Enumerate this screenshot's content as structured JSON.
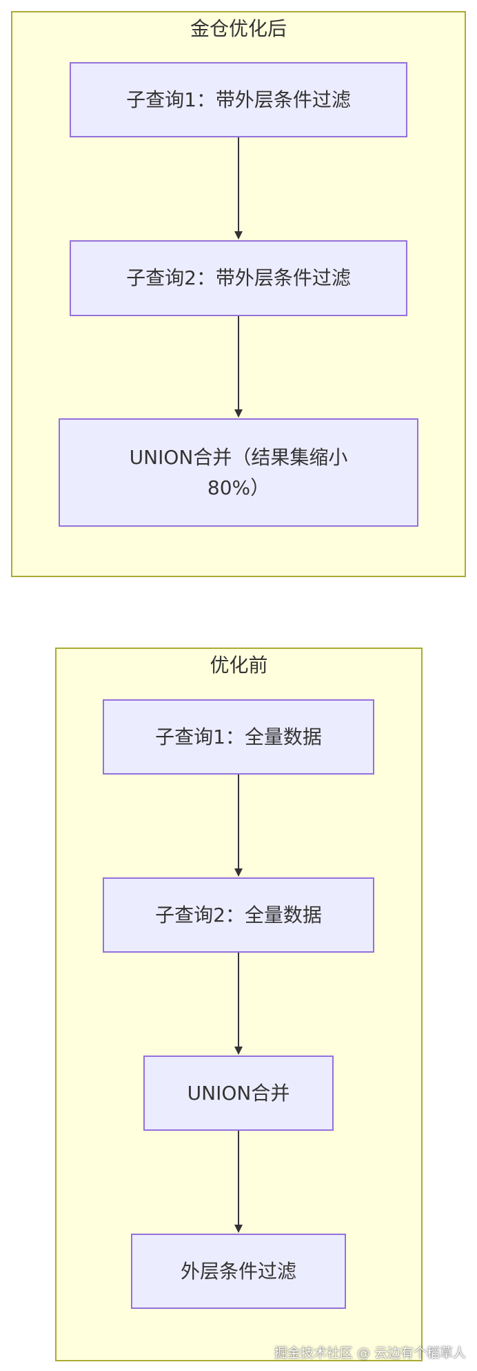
{
  "diagrams": {
    "after": {
      "title": "金仓优化后",
      "nodes": [
        {
          "text": "子查询1：带外层条件过滤"
        },
        {
          "text": "子查询2：带外层条件过滤"
        },
        {
          "line1": "UNION合并（结果集缩小",
          "line2": "80%）"
        }
      ]
    },
    "before": {
      "title": "优化前",
      "nodes": [
        {
          "text": "子查询1：全量数据"
        },
        {
          "text": "子查询2：全量数据"
        },
        {
          "text": "UNION合并"
        },
        {
          "text": "外层条件过滤"
        }
      ]
    }
  },
  "watermark": "掘金技术社区 @ 云边有个稻草人",
  "colors": {
    "subgraph_fill": "#ffffde",
    "subgraph_border": "#aaaa33",
    "node_fill": "#ececff",
    "node_border": "#9370db",
    "edge": "#333333"
  }
}
